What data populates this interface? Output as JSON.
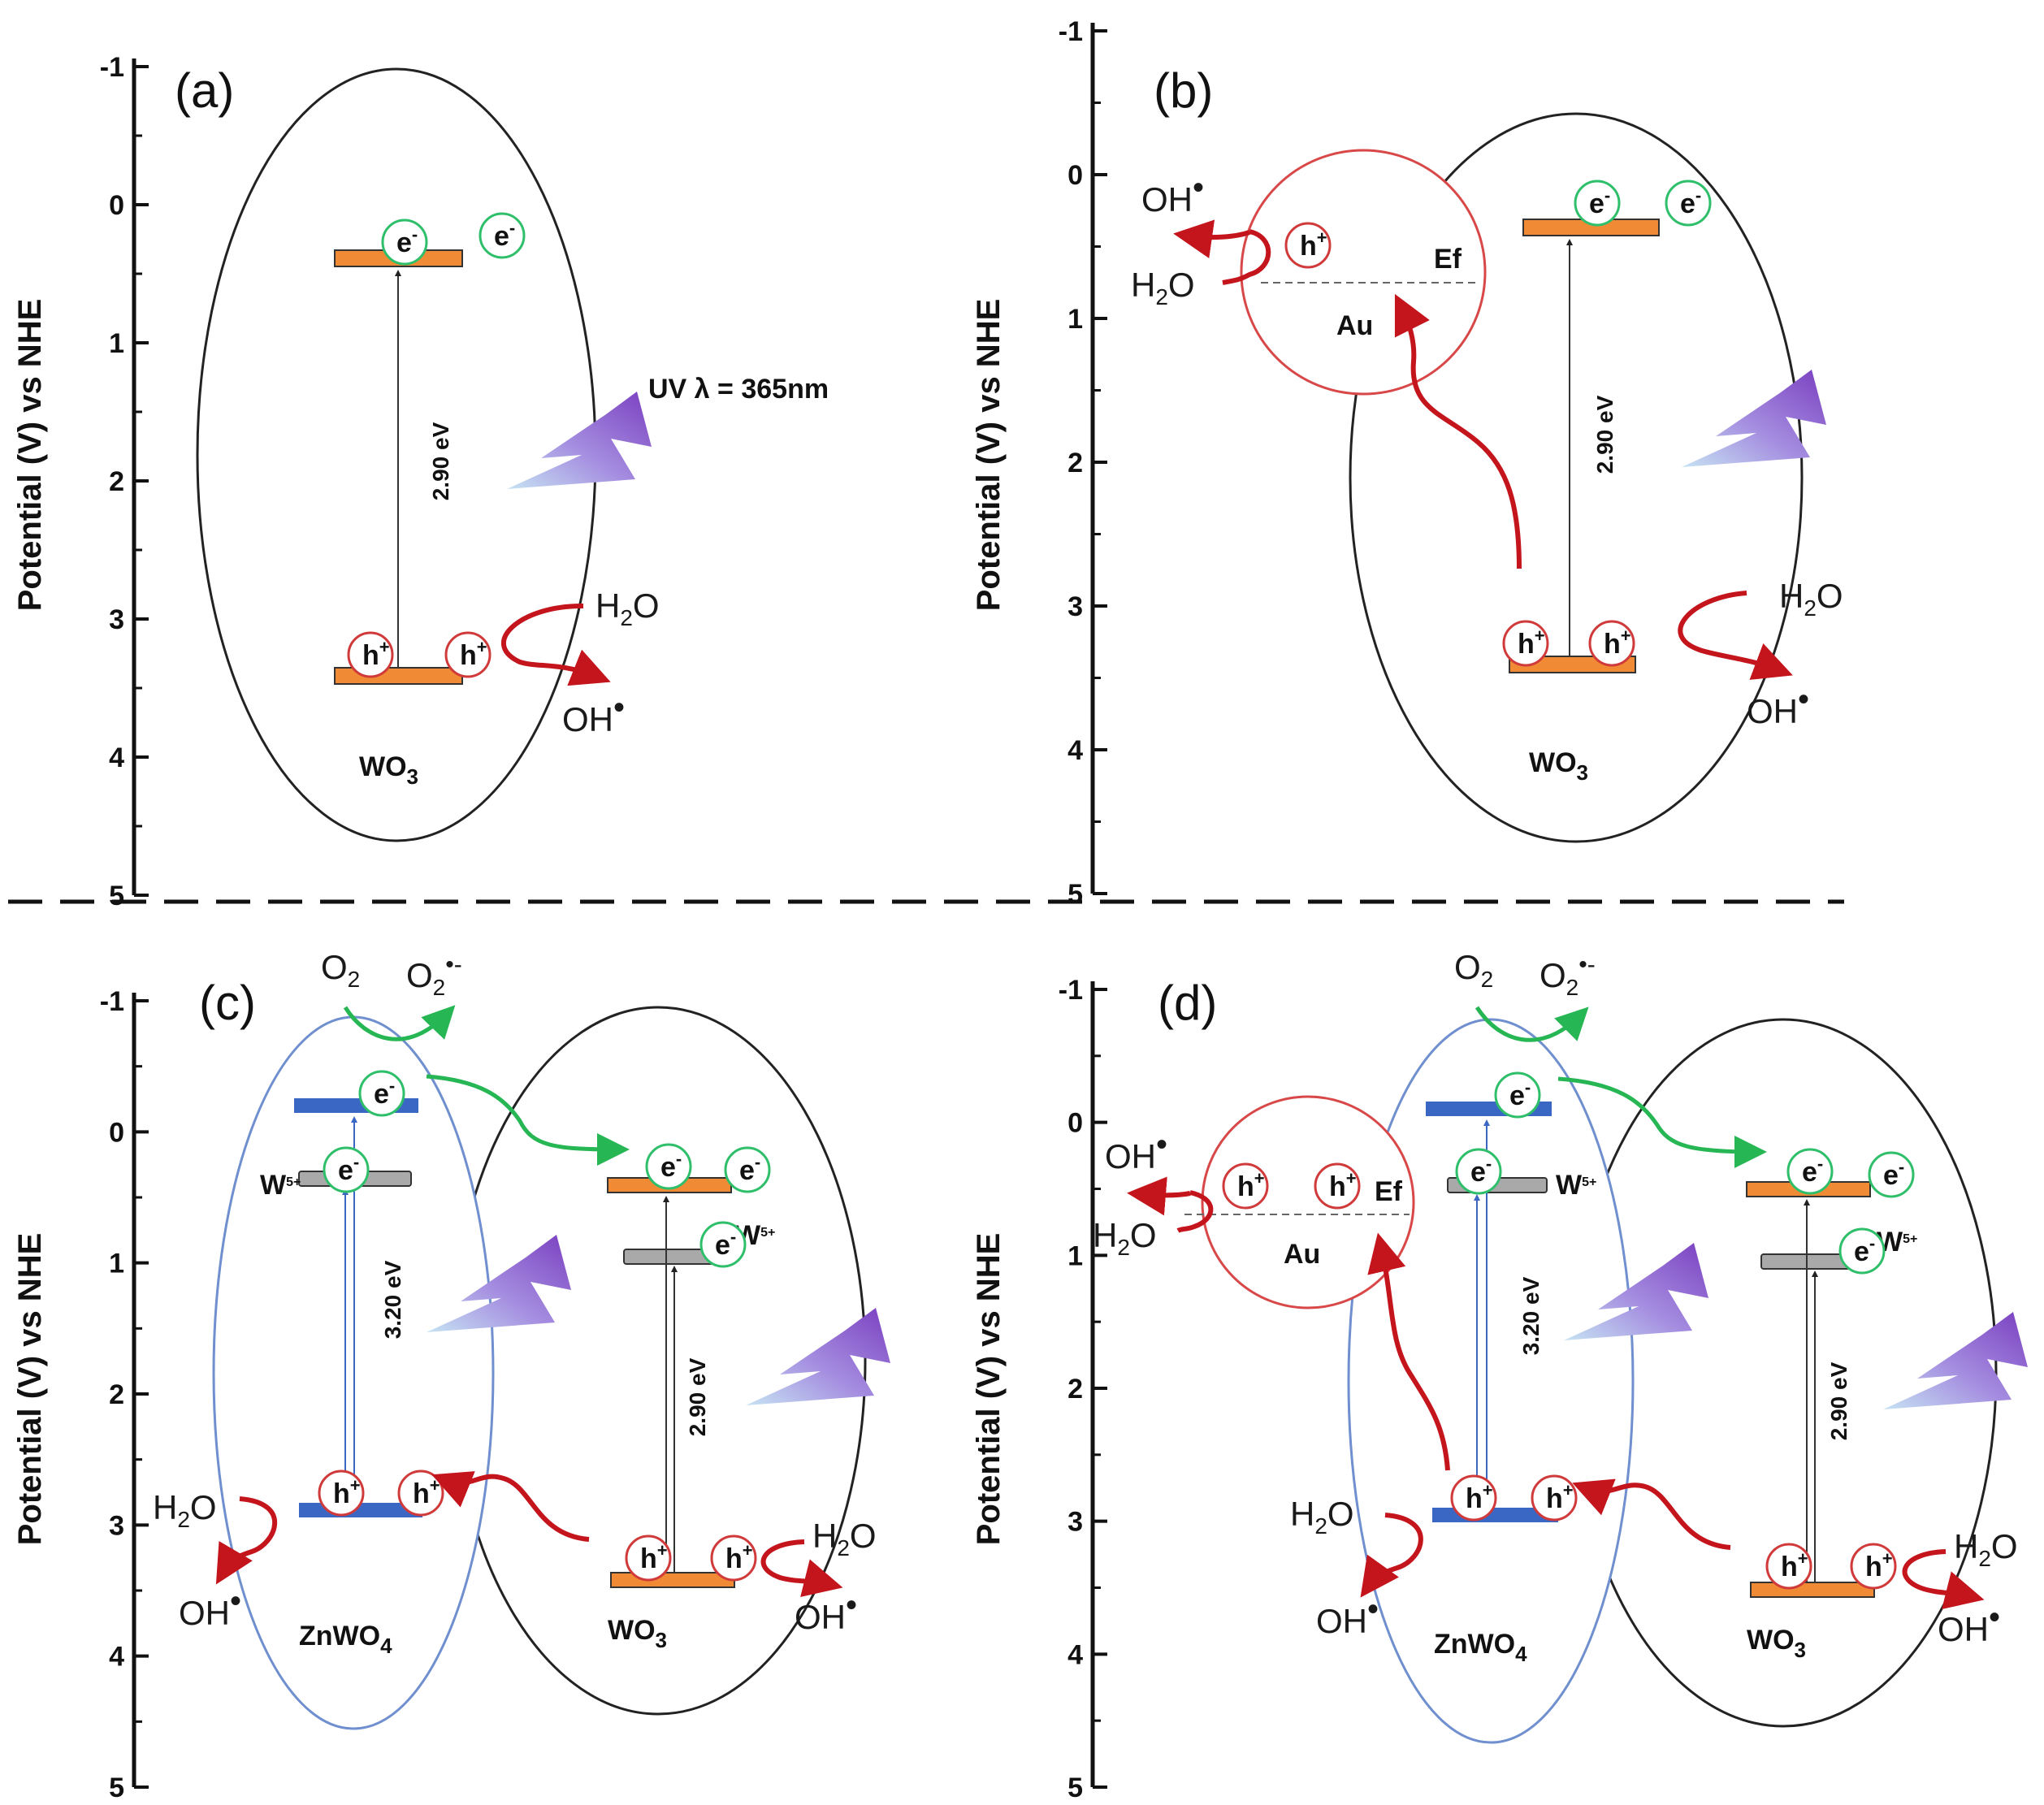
{
  "colors": {
    "electron": "#2fbf6a",
    "hole": "#d03a3a",
    "cb_wo3": "#f08a35",
    "cb_znwo4": "#3a66c4",
    "w5_level": "#a9a9a9",
    "red_arrow": "#c4141c",
    "green_arrow": "#26b654",
    "bolt": "#8a52c9",
    "au_circle": "#d84848",
    "znwo4_ellipse": "#6f8fcf"
  },
  "icons": [
    "electron-icon",
    "hole-icon",
    "lightning-bolt-icon",
    "curved-arrow-icon"
  ],
  "axis": {
    "ylabel": "Potential (V) vs NHE",
    "ticks": [
      "-1",
      "0",
      "1",
      "2",
      "3",
      "4",
      "5"
    ]
  },
  "panels": {
    "a": {
      "label": "(a)",
      "bandgap": "2.90 eV",
      "light": "UV λ = 365nm",
      "material": "WO",
      "material_sub": "3"
    },
    "b": {
      "label": "(b)",
      "bandgap": "2.90 eV",
      "metal": "Au",
      "fermi": "Ef",
      "material": "WO",
      "material_sub": "3"
    },
    "c": {
      "label": "(c)",
      "bandgap_znwo4": "3.20 eV",
      "bandgap_wo3": "2.90 eV",
      "w5": "W",
      "w5_sup": "5+",
      "material_left": "ZnWO",
      "material_left_sub": "4",
      "material_right": "WO",
      "material_right_sub": "3"
    },
    "d": {
      "label": "(d)",
      "bandgap_znwo4": "3.20 eV",
      "bandgap_wo3": "2.90 eV",
      "metal": "Au",
      "fermi": "Ef",
      "w5": "W",
      "w5_sup": "5+",
      "material_left": "ZnWO",
      "material_left_sub": "4",
      "material_right": "WO",
      "material_right_sub": "3"
    }
  },
  "carriers": {
    "electron": "e",
    "electron_sup": "-",
    "hole": "h",
    "hole_sup": "+"
  },
  "species": {
    "water_main": "H",
    "water_sub": "2",
    "water_end": "O",
    "hydroxyl": "OH",
    "radical_dot": "•",
    "oxygen_main": "O",
    "oxygen_sub": "2",
    "superoxide_sup": "•-"
  }
}
